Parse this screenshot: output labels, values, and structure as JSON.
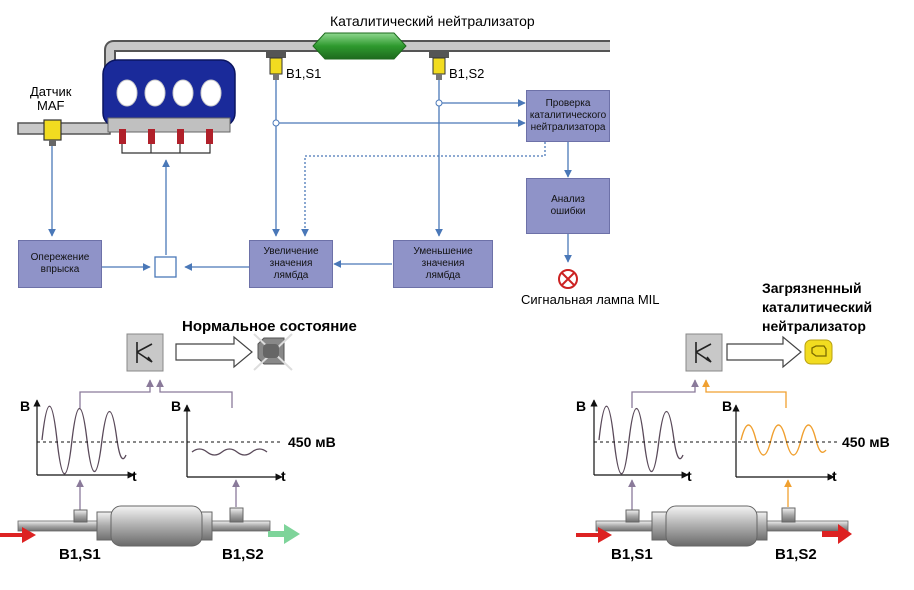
{
  "top": {
    "catalyst_title": "Каталитический нейтрализатор",
    "maf_label": "Датчик\nMAF",
    "b1s1": "B1,S1",
    "b1s2": "B1,S2",
    "box_check": "Проверка\nкаталитического\nнейтрализатора",
    "box_error": "Анализ\nошибки",
    "box_advance": "Опережение\nвпрыска",
    "box_increase": "Увеличение\nзначения\nлямбда",
    "box_decrease": "Уменьшение\nзначения\nлямбда",
    "mil_label": "Сигнальная лампа MIL"
  },
  "left_panel": {
    "title": "Нормальное состояние",
    "axis_v1": "В",
    "axis_t1": "t",
    "axis_v2": "В",
    "axis_t2": "t",
    "threshold": "450 мВ",
    "sensor1": "B1,S1",
    "sensor2": "B1,S2"
  },
  "right_panel": {
    "title": "Загрязненный\nкаталитический\nнейтрализатор",
    "axis_v1": "В",
    "axis_t1": "t",
    "axis_v2": "В",
    "axis_t2": "t",
    "threshold": "450 мВ",
    "sensor1": "B1,S1",
    "sensor2": "B1,S2"
  },
  "colors": {
    "engine": "#1a2a9a",
    "catalyst": "#2e9a2e",
    "blue_line": "#4a78b8",
    "box_fill": "#8f93c8",
    "sensor_yellow": "#f2dc20",
    "mil_red": "#cc2222",
    "orange_signal": "#f0a030",
    "red_arrow": "#dd2222",
    "green_arrow": "#7ed49a"
  }
}
